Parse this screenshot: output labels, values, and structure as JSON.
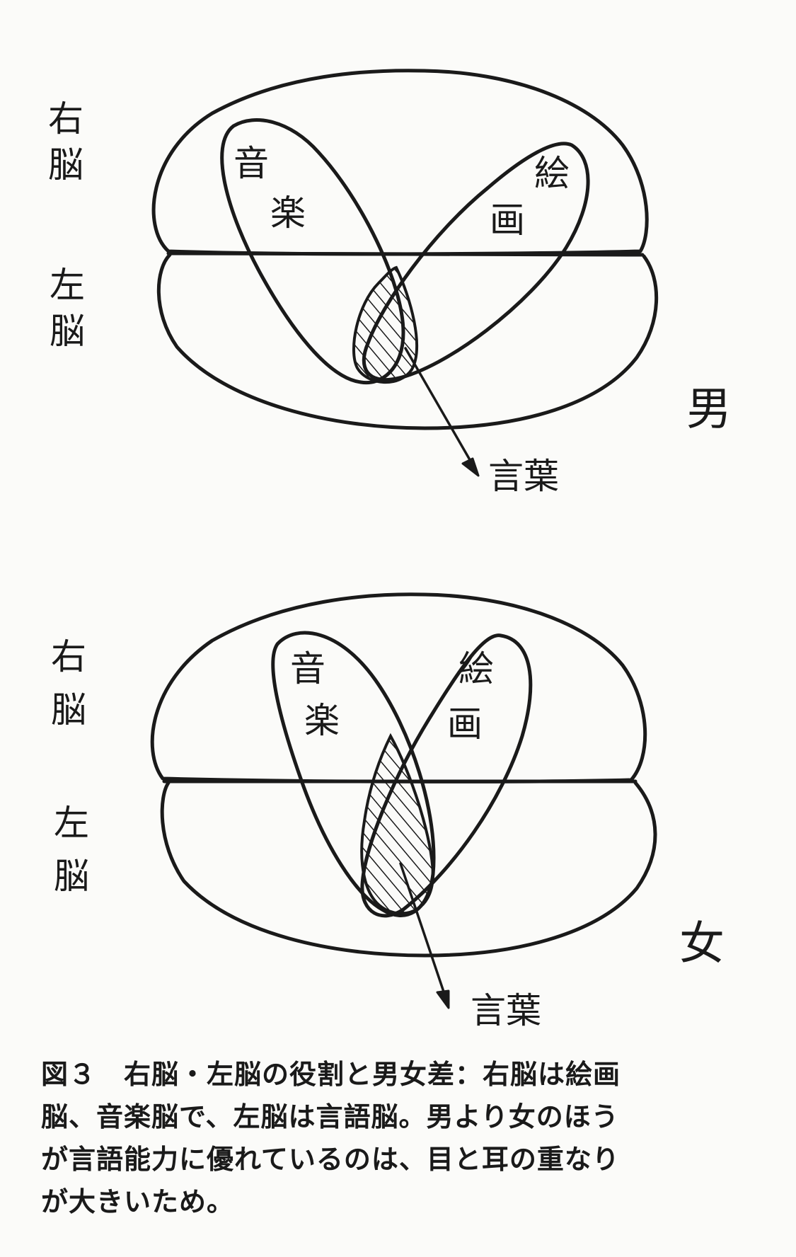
{
  "male_diagram": {
    "right_brain_label": [
      "右",
      "脳"
    ],
    "left_brain_label": [
      "左",
      "脳"
    ],
    "music_label": [
      "音",
      "楽"
    ],
    "painting_label": [
      "絵",
      "画"
    ],
    "language_label": "言葉",
    "gender_label": "男"
  },
  "female_diagram": {
    "right_brain_label": [
      "右",
      "脳"
    ],
    "left_brain_label": [
      "左",
      "脳"
    ],
    "music_label": [
      "音",
      "楽"
    ],
    "painting_label": [
      "絵",
      "画"
    ],
    "language_label": "言葉",
    "gender_label": "女"
  },
  "caption": {
    "lines": [
      "図３　右脳・左脳の役割と男女差：右脳は絵画",
      "脳、音楽脳で、左脳は言語脳。男より女のほう",
      "が言語能力に優れているのは、目と耳の重なり",
      "が大きいため。"
    ]
  }
}
